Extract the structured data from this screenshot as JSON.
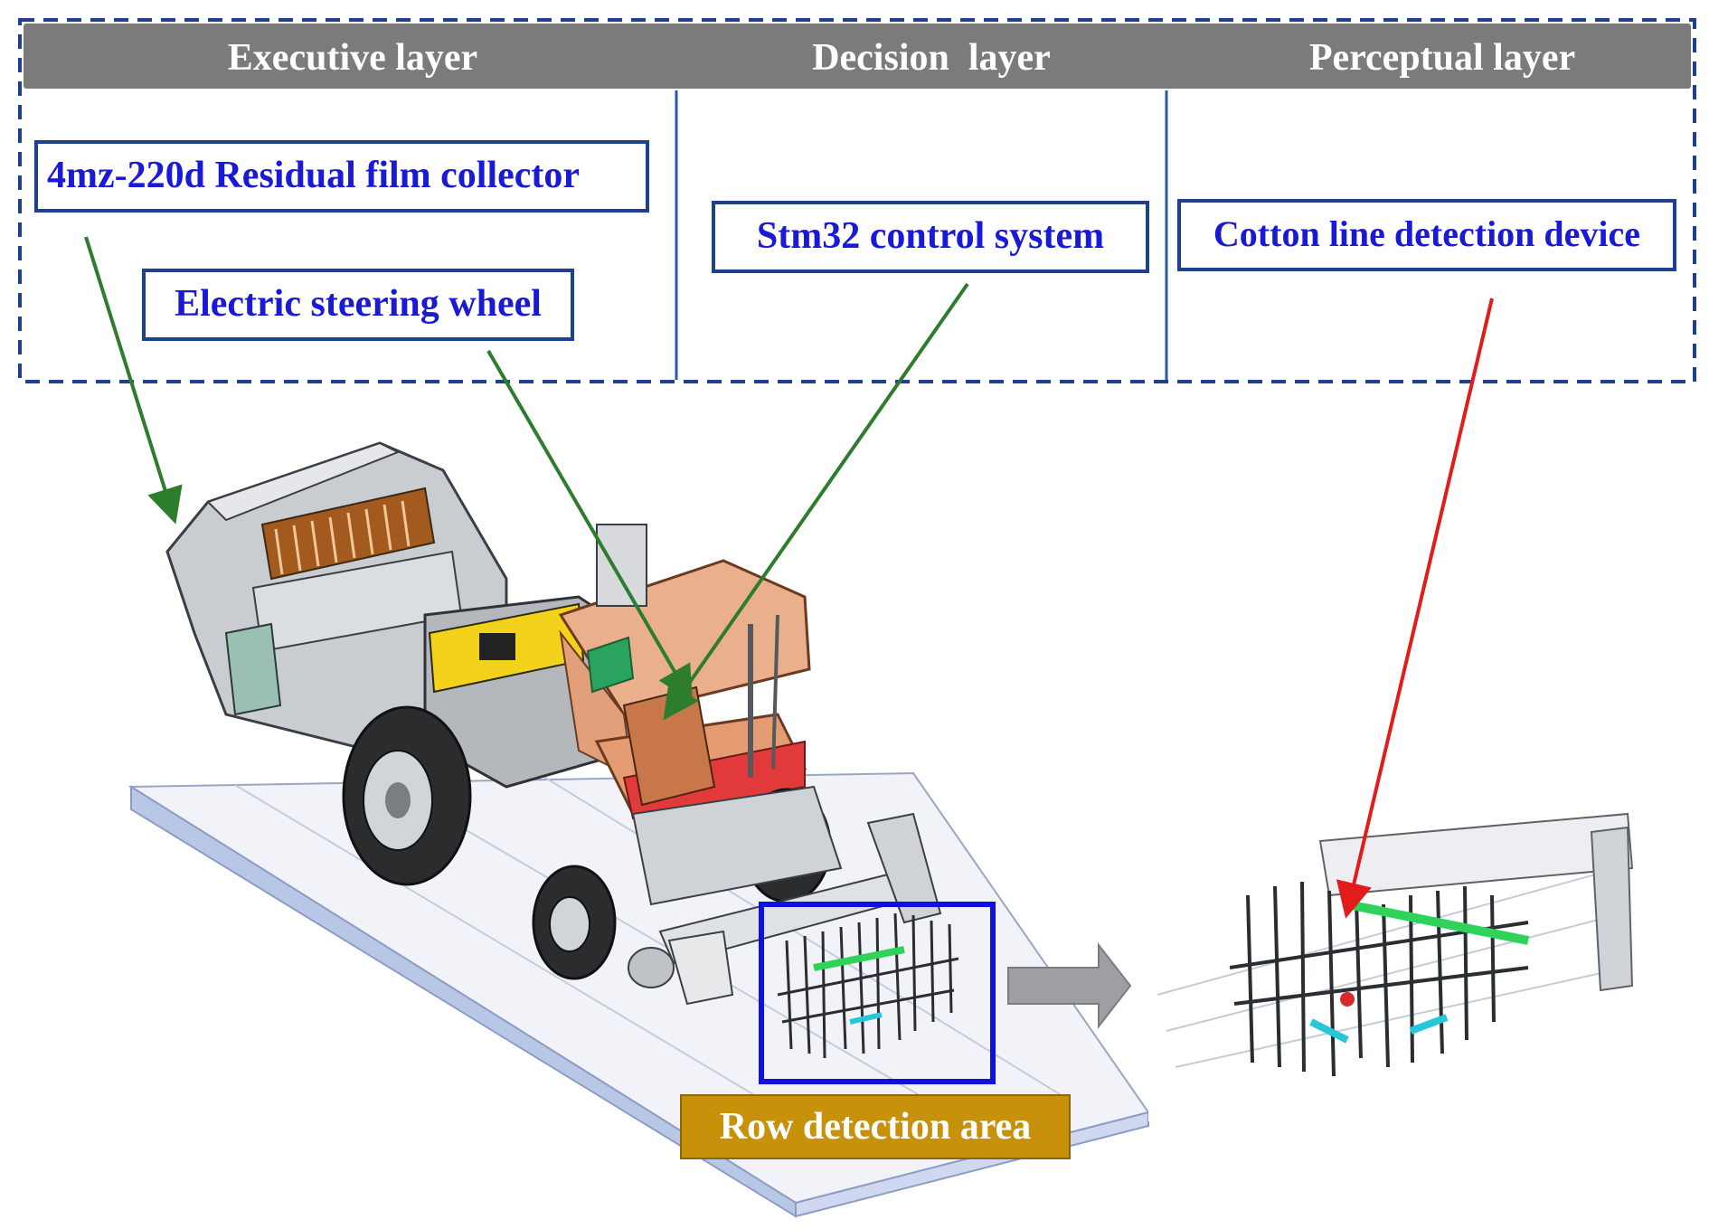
{
  "header": {
    "layers": [
      {
        "id": "executive",
        "label": "Executive layer"
      },
      {
        "id": "decision",
        "label": "Decision  layer"
      },
      {
        "id": "perceptual",
        "label": "Perceptual layer"
      }
    ]
  },
  "components": {
    "film_collector": "4mz-220d Residual film collector",
    "steering_wheel": "Electric steering wheel",
    "control_system": "Stm32 control system",
    "detection_device": "Cotton line detection device"
  },
  "detection_area_label": "Row detection area",
  "colors": {
    "header_bg": "#7b7b7b",
    "box_border": "#1f3f8f",
    "box_text": "#1a1ad6",
    "dashed_border": "#1f3f8f",
    "arrow_green": "#2e7d2e",
    "arrow_red": "#e21b1b",
    "highlight_blue": "#1010e0",
    "area_label_bg": "#c8910a",
    "cab_orange": "#e9a47c",
    "platform": "#dde3ef"
  }
}
